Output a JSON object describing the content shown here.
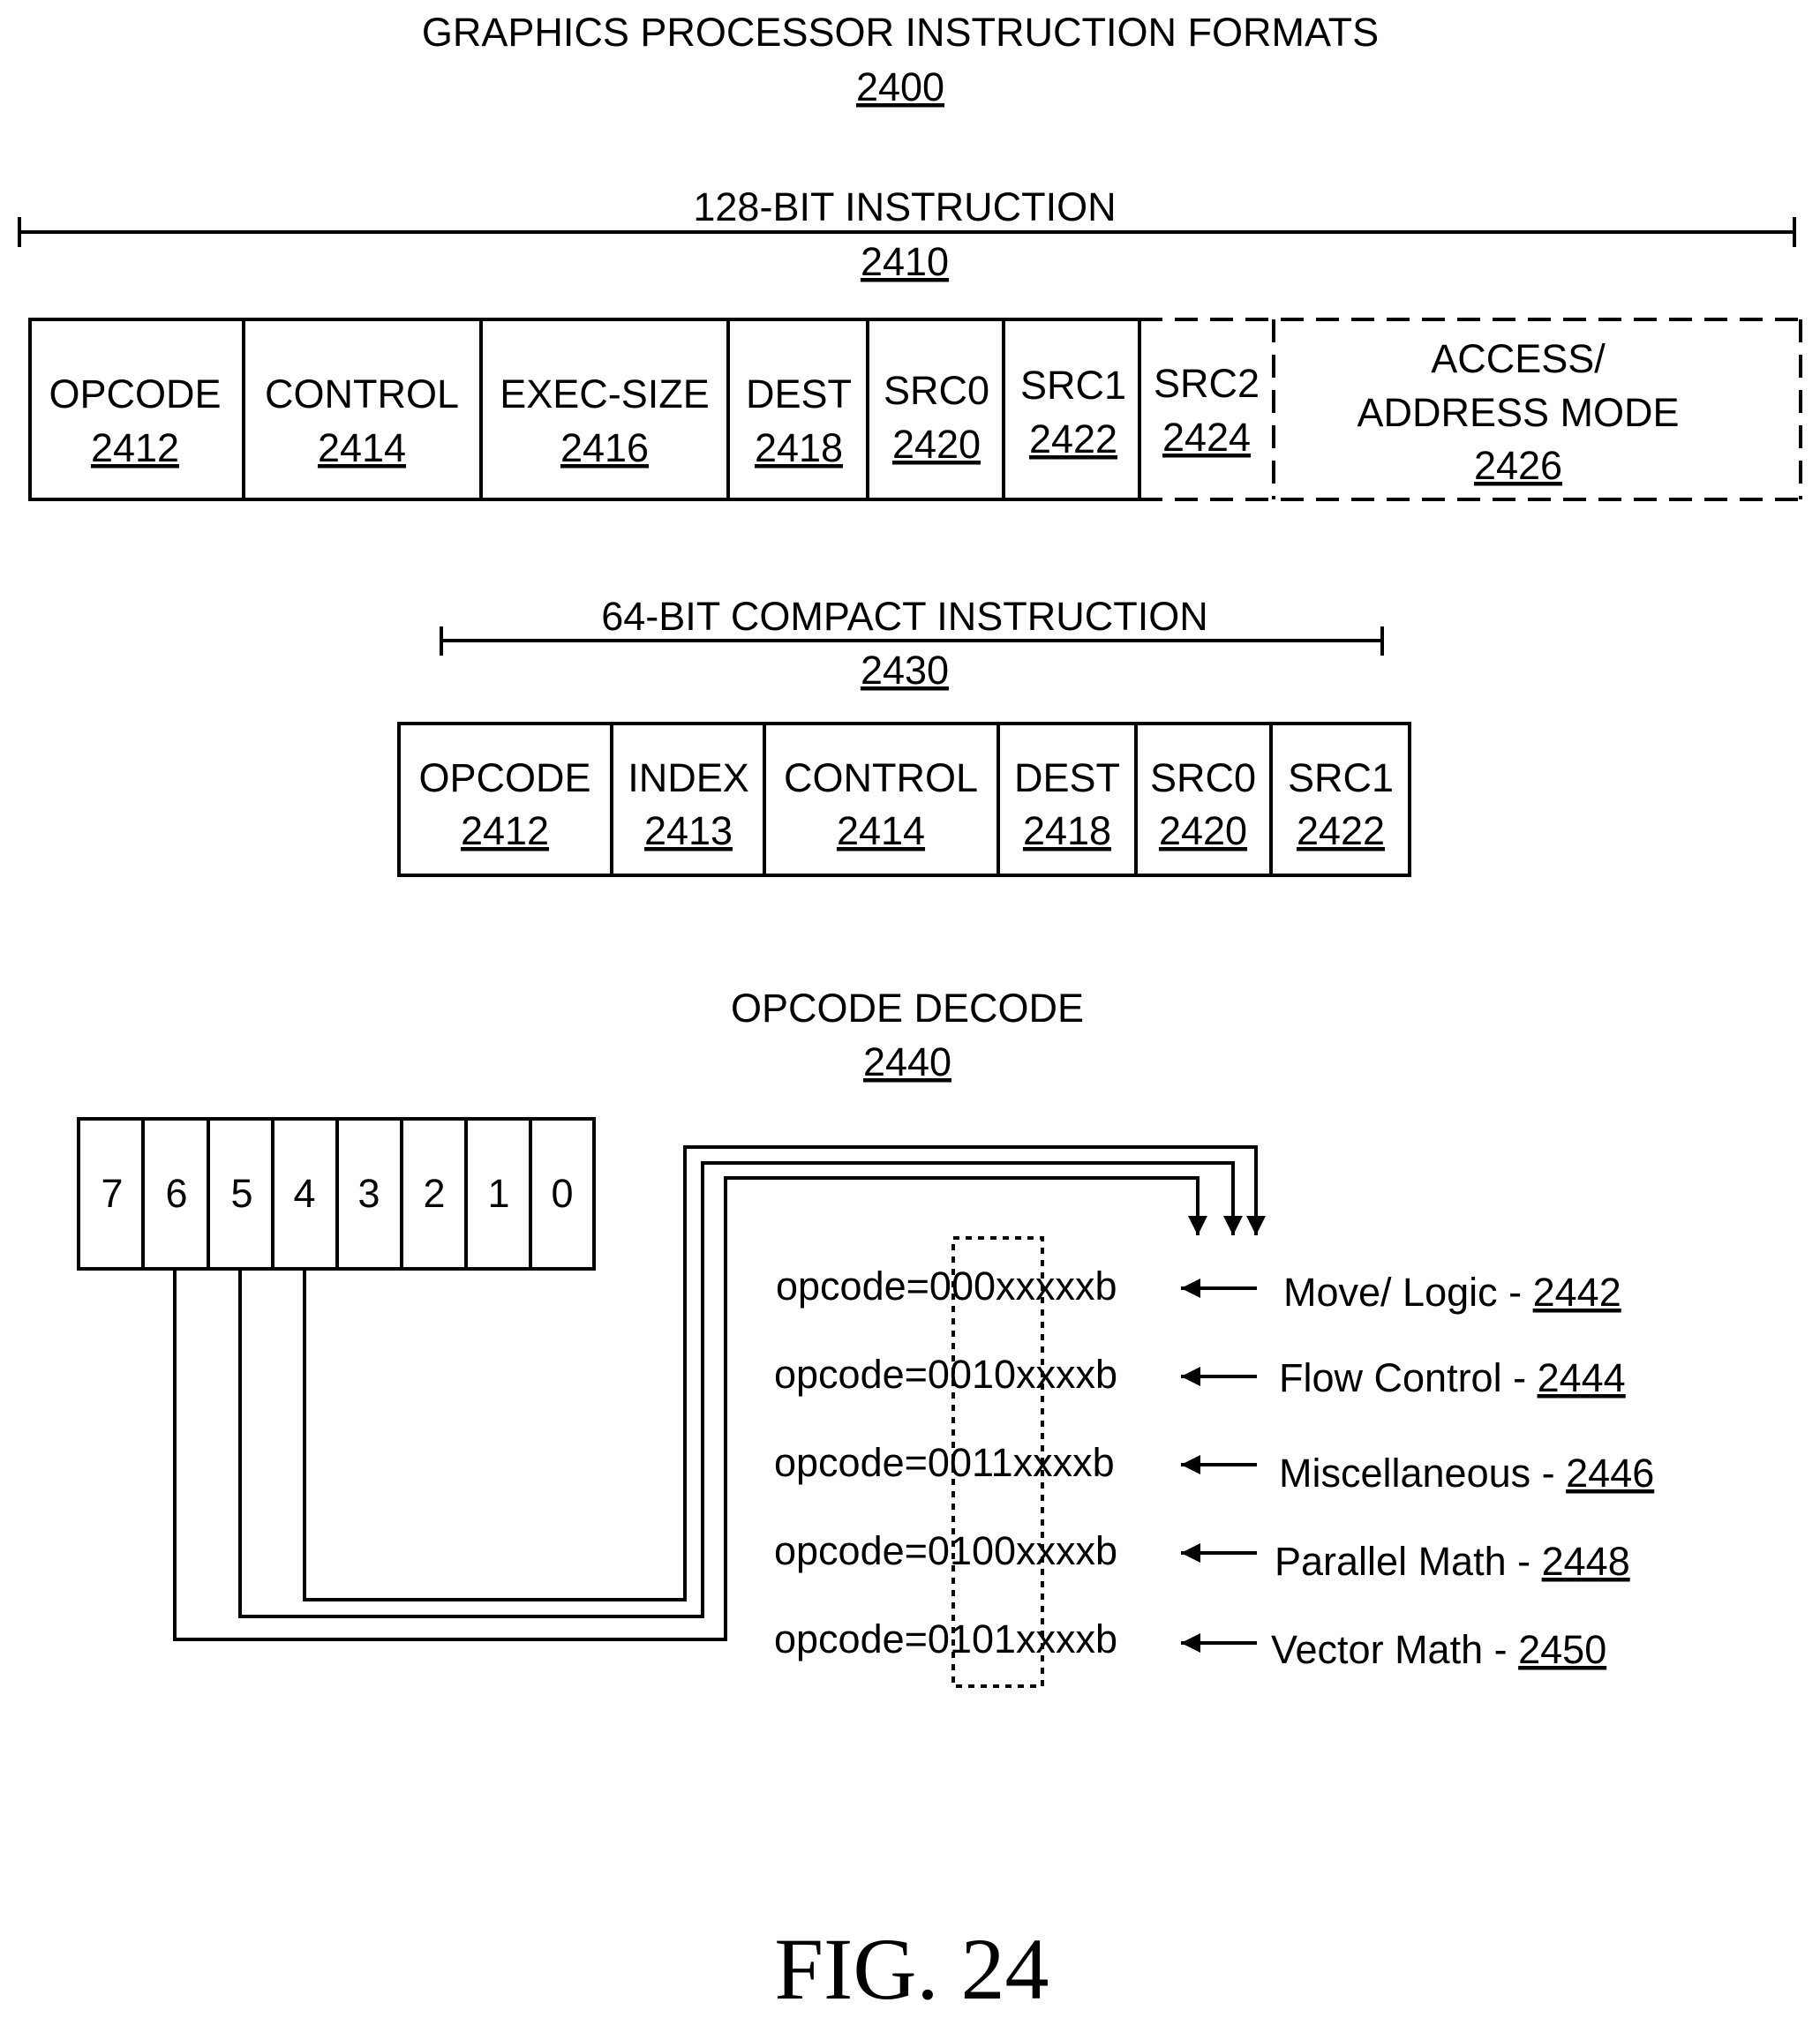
{
  "title": {
    "text": "GRAPHICS PROCESSOR INSTRUCTION FORMATS",
    "ref": "2400"
  },
  "instr128": {
    "label": "128-BIT INSTRUCTION",
    "ref": "2410",
    "fields": [
      {
        "name": "OPCODE",
        "ref": "2412",
        "optional": false
      },
      {
        "name": "CONTROL",
        "ref": "2414",
        "optional": false
      },
      {
        "name": "EXEC-SIZE",
        "ref": "2416",
        "optional": false
      },
      {
        "name": "DEST",
        "ref": "2418",
        "optional": false
      },
      {
        "name": "SRC0",
        "ref": "2420",
        "optional": false
      },
      {
        "name": "SRC1",
        "ref": "2422",
        "optional": false
      },
      {
        "name": "SRC2",
        "ref": "2424",
        "optional": true
      },
      {
        "name_line1": "ACCESS/",
        "name_line2": "ADDRESS MODE",
        "ref": "2426",
        "optional": true
      }
    ]
  },
  "instr64": {
    "label": "64-BIT COMPACT INSTRUCTION",
    "ref": "2430",
    "fields": [
      {
        "name": "OPCODE",
        "ref": "2412"
      },
      {
        "name": "INDEX",
        "ref": "2413"
      },
      {
        "name": "CONTROL",
        "ref": "2414"
      },
      {
        "name": "DEST",
        "ref": "2418"
      },
      {
        "name": "SRC0",
        "ref": "2420"
      },
      {
        "name": "SRC1",
        "ref": "2422"
      }
    ]
  },
  "decode": {
    "label": "OPCODE DECODE",
    "ref": "2440",
    "bits": [
      "7",
      "6",
      "5",
      "4",
      "3",
      "2",
      "1",
      "0"
    ],
    "entries": [
      {
        "code": "opcode=000xxxxxb",
        "label": "Move/ Logic - ",
        "ref": "2442"
      },
      {
        "code": "opcode=0010xxxxb",
        "label": "Flow Control - ",
        "ref": "2444"
      },
      {
        "code": "opcode=0011xxxxb",
        "label": "Miscellaneous - ",
        "ref": "2446"
      },
      {
        "code": "opcode=0100xxxxb",
        "label": "Parallel Math - ",
        "ref": "2448"
      },
      {
        "code": "opcode=0101xxxxb",
        "label": "Vector Math - ",
        "ref": "2450"
      }
    ]
  },
  "figure_label": "FIG. 24"
}
